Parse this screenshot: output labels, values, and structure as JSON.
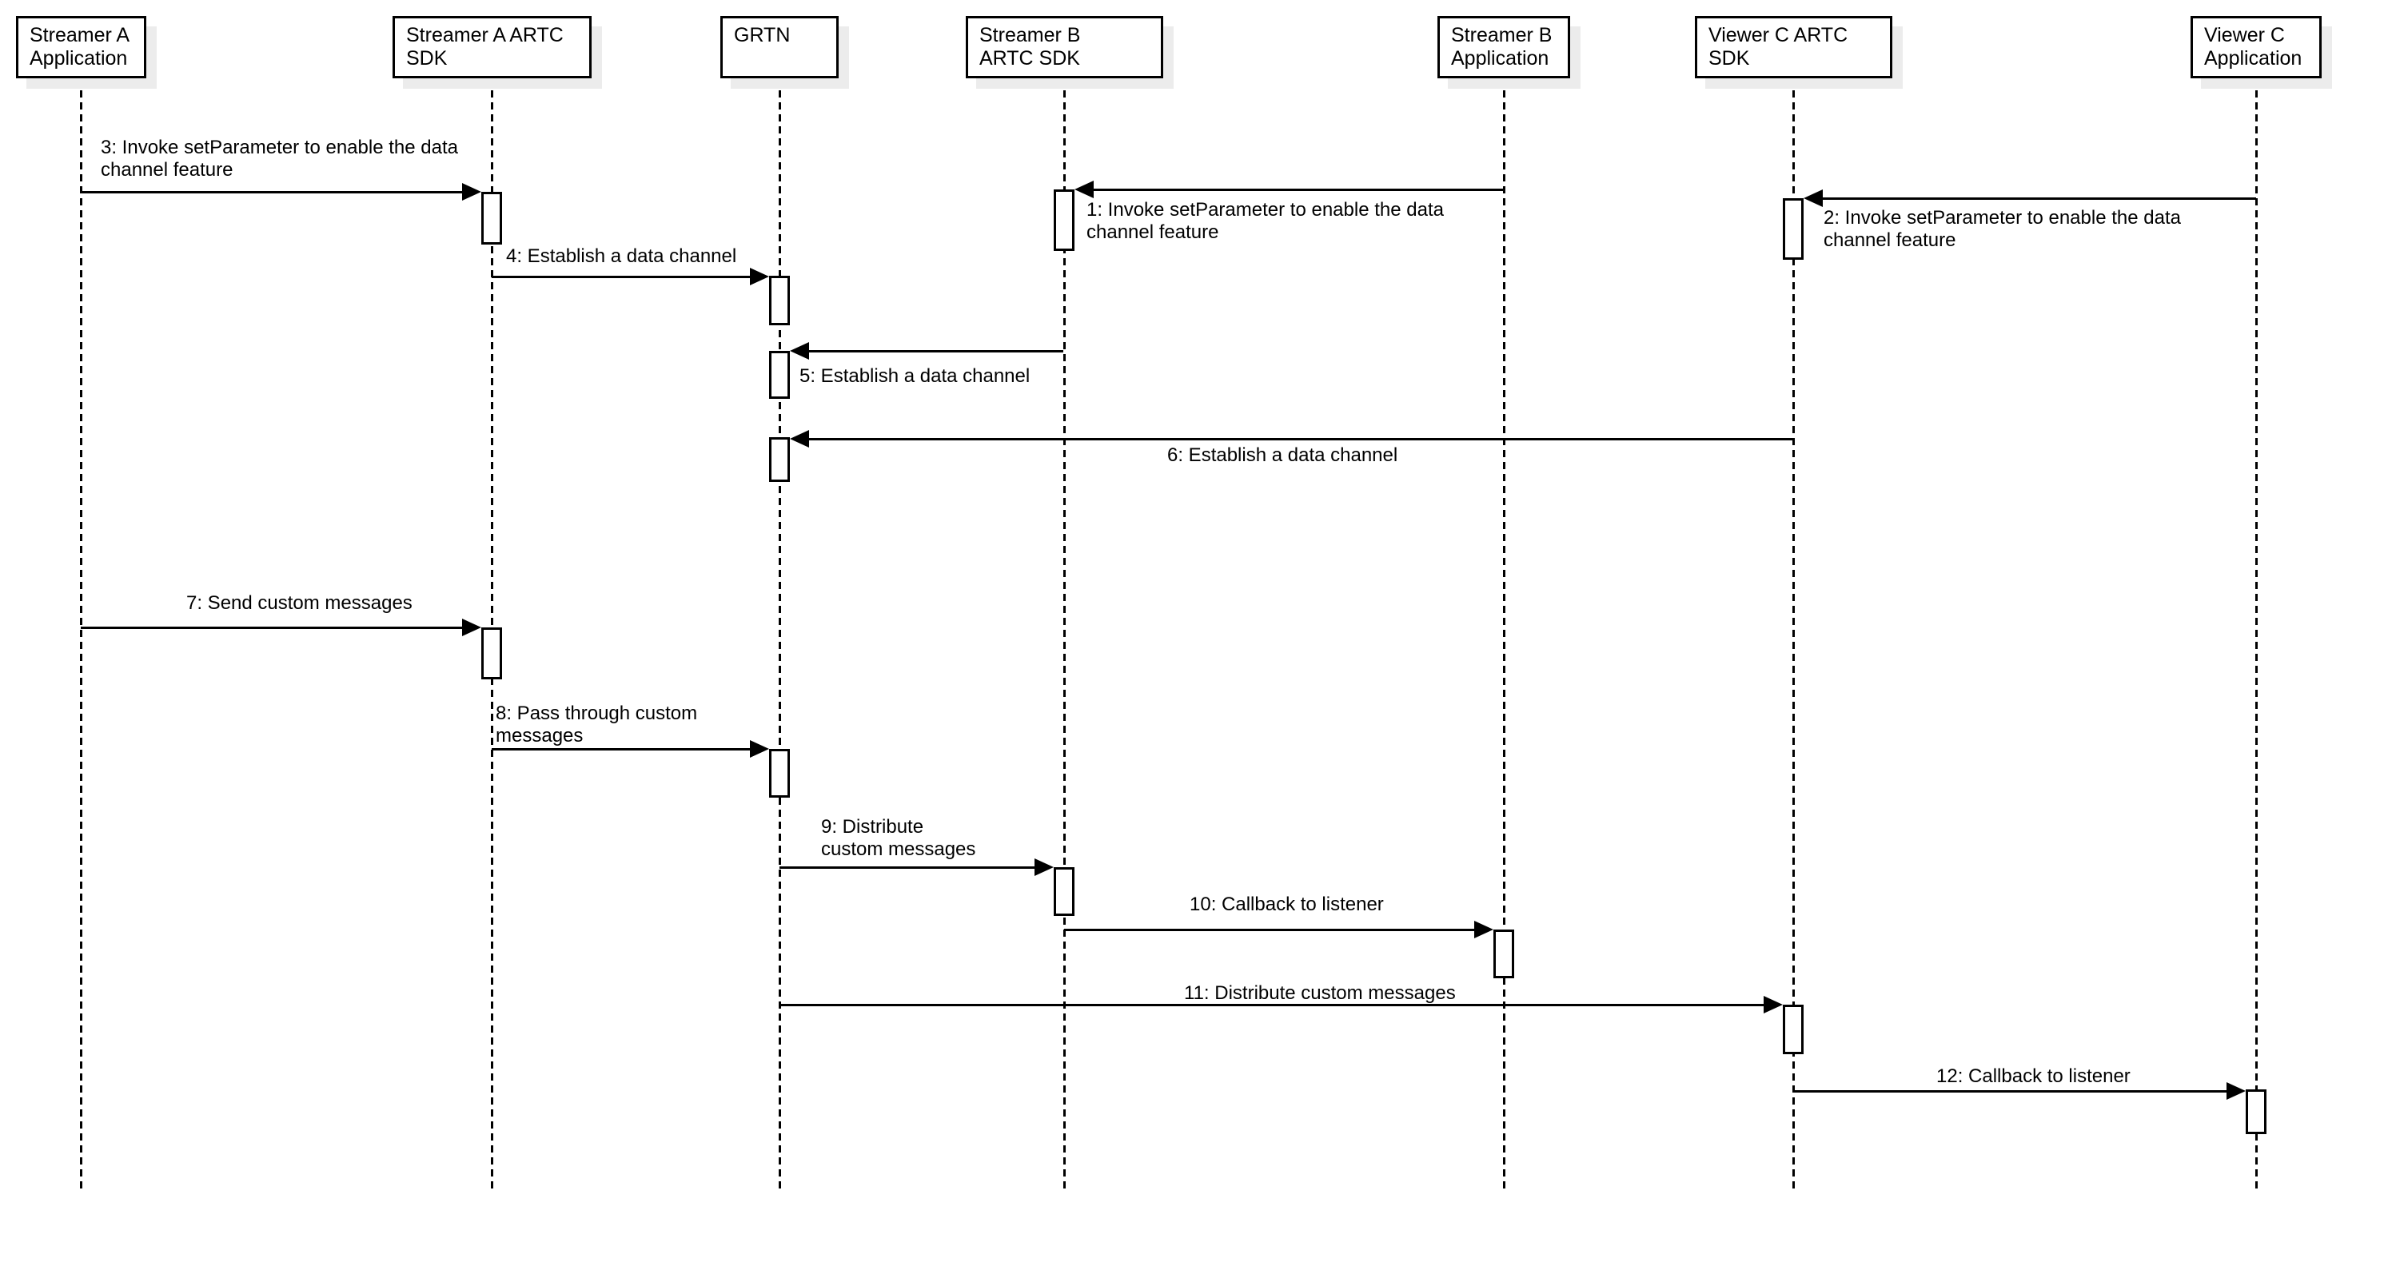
{
  "colors": {
    "line": "#000000",
    "fill": "#ffffff",
    "shadow": "#ececec",
    "text": "#000000",
    "background": "#ffffff"
  },
  "diagram": {
    "type": "uml-sequence",
    "actors": [
      {
        "id": "streamer-a-app",
        "label": "Streamer A\nApplication"
      },
      {
        "id": "streamer-a-sdk",
        "label": "Streamer A ARTC\nSDK"
      },
      {
        "id": "grtn",
        "label": "GRTN"
      },
      {
        "id": "streamer-b-sdk",
        "label": "Streamer B\nARTC SDK"
      },
      {
        "id": "streamer-b-app",
        "label": "Streamer B\nApplication"
      },
      {
        "id": "viewer-c-sdk",
        "label": "Viewer C ARTC\nSDK"
      },
      {
        "id": "viewer-c-app",
        "label": "Viewer C\nApplication"
      }
    ],
    "messages": [
      {
        "num": 1,
        "label": "1: Invoke setParameter to enable the data\nchannel feature",
        "from": "streamer-b-app",
        "to": "streamer-b-sdk",
        "direction": "left"
      },
      {
        "num": 2,
        "label": "2: Invoke setParameter to enable the data\nchannel feature",
        "from": "viewer-c-app",
        "to": "viewer-c-sdk",
        "direction": "left"
      },
      {
        "num": 3,
        "label": "3: Invoke setParameter to enable the data\nchannel feature",
        "from": "streamer-a-app",
        "to": "streamer-a-sdk",
        "direction": "right"
      },
      {
        "num": 4,
        "label": "4: Establish a data channel",
        "from": "streamer-a-sdk",
        "to": "grtn",
        "direction": "right"
      },
      {
        "num": 5,
        "label": "5: Establish a data channel",
        "from": "streamer-b-sdk",
        "to": "grtn",
        "direction": "left"
      },
      {
        "num": 6,
        "label": "6: Establish a data channel",
        "from": "viewer-c-sdk",
        "to": "grtn",
        "direction": "left"
      },
      {
        "num": 7,
        "label": "7: Send custom messages",
        "from": "streamer-a-app",
        "to": "streamer-a-sdk",
        "direction": "right"
      },
      {
        "num": 8,
        "label": "8: Pass through custom\nmessages",
        "from": "streamer-a-sdk",
        "to": "grtn",
        "direction": "right"
      },
      {
        "num": 9,
        "label": "9: Distribute\ncustom messages",
        "from": "grtn",
        "to": "streamer-b-sdk",
        "direction": "right"
      },
      {
        "num": 10,
        "label": "10: Callback to listener",
        "from": "streamer-b-sdk",
        "to": "streamer-b-app",
        "direction": "right"
      },
      {
        "num": 11,
        "label": "11: Distribute custom messages",
        "from": "grtn",
        "to": "viewer-c-sdk",
        "direction": "right"
      },
      {
        "num": 12,
        "label": "12: Callback to listener",
        "from": "viewer-c-sdk",
        "to": "viewer-c-app",
        "direction": "right"
      }
    ]
  }
}
